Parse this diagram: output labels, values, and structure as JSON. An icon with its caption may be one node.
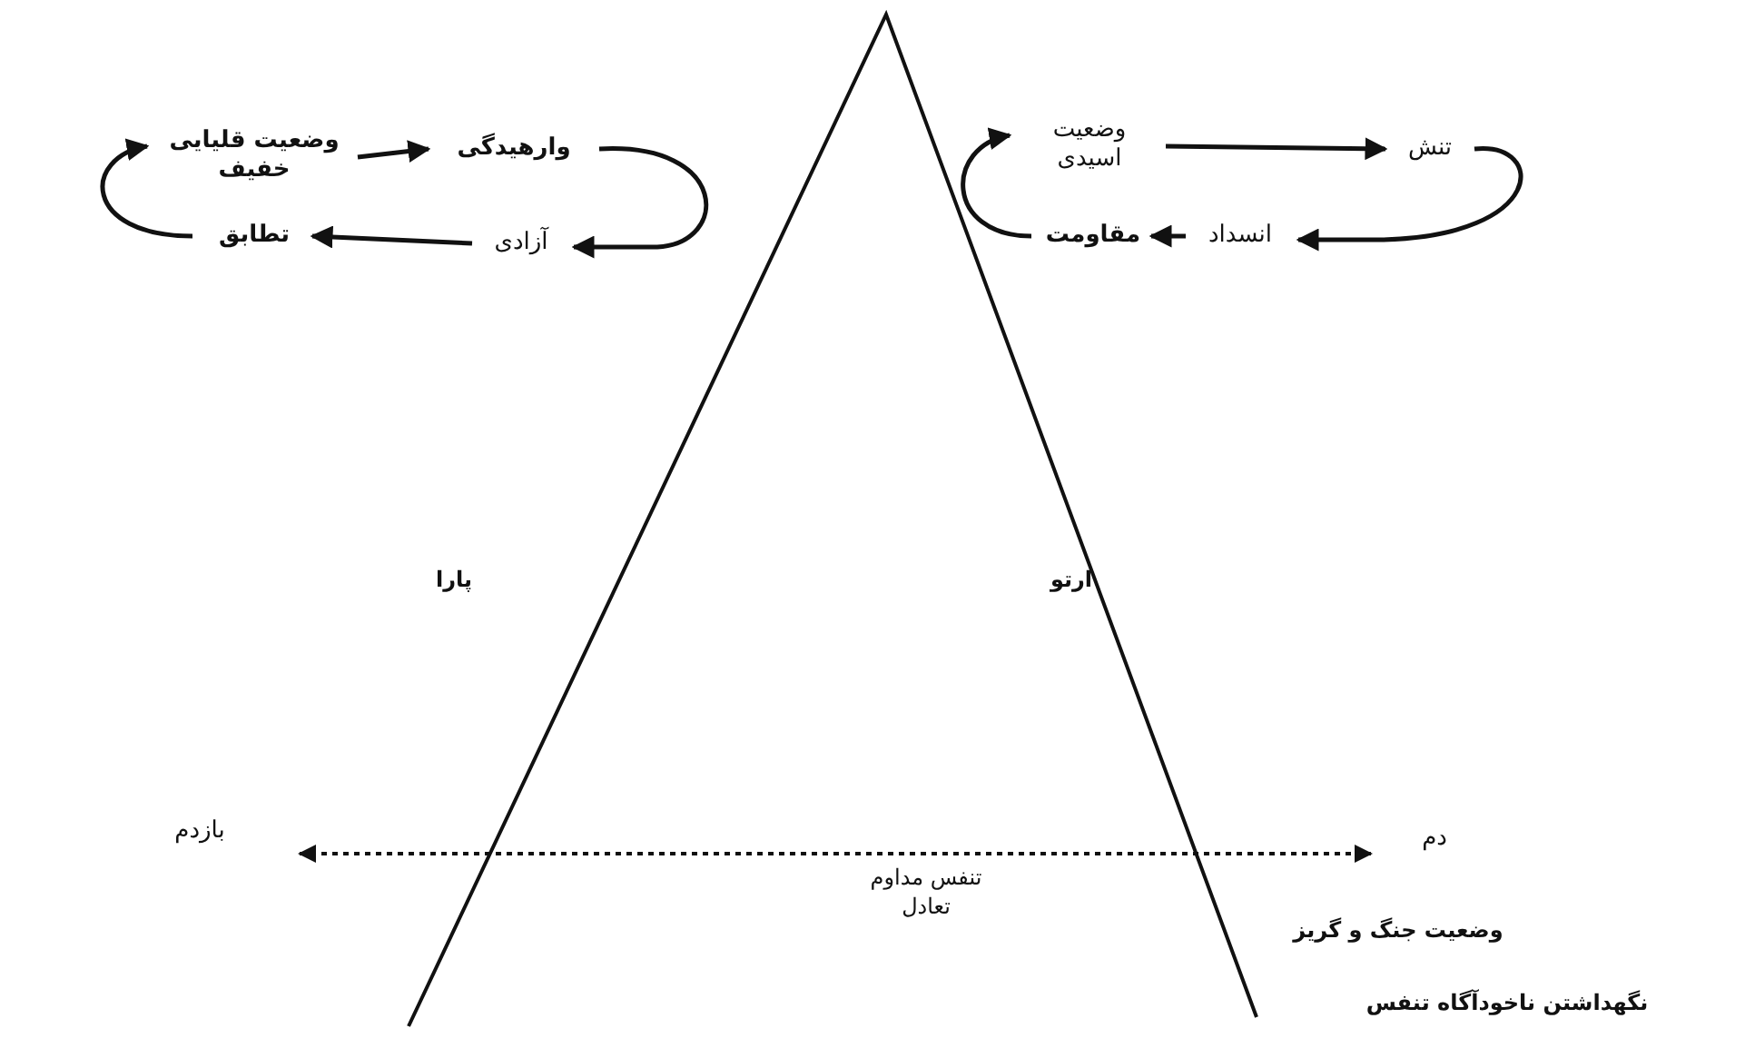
{
  "diagram": {
    "nodes": [
      {
        "text": [
          "وضعیت قلیایی خفیف"
        ]
      },
      {
        "text": [
          "وارهیدگی"
        ]
      },
      {
        "text": [
          "آزادی"
        ]
      },
      {
        "text": [
          "تطابق"
        ]
      },
      {
        "text": [
          "وضعیت اسیدی"
        ]
      },
      {
        "text": [
          "تنش"
        ]
      },
      {
        "text": [
          "انسداد"
        ]
      },
      {
        "text": [
          "مقاومت"
        ]
      },
      {
        "text": [
          "بازدم"
        ]
      },
      {
        "text": [
          "دم"
        ]
      }
    ],
    "edges": [
      {
        "from": 0,
        "to": 1,
        "arrow": "to"
      },
      {
        "from": 1,
        "to": 2,
        "arrow": "to"
      },
      {
        "from": 2,
        "to": 3,
        "arrow": "to"
      },
      {
        "from": 3,
        "to": 0,
        "arrow": "to"
      },
      {
        "from": 4,
        "to": 5,
        "arrow": "to"
      },
      {
        "from": 5,
        "to": 6,
        "arrow": "to"
      },
      {
        "from": 6,
        "to": 7,
        "arrow": "to"
      },
      {
        "from": 7,
        "to": 4,
        "arrow": "to"
      },
      {
        "from": 8,
        "to": 9,
        "arrow": "both",
        "style": "dashed"
      }
    ],
    "labels": [
      "پارا",
      "ارتو",
      "تنفس مداوم تعادل",
      "وضعیت جنگ و گریز",
      "نگهداشتن ناخودآگاه تنفس"
    ]
  }
}
